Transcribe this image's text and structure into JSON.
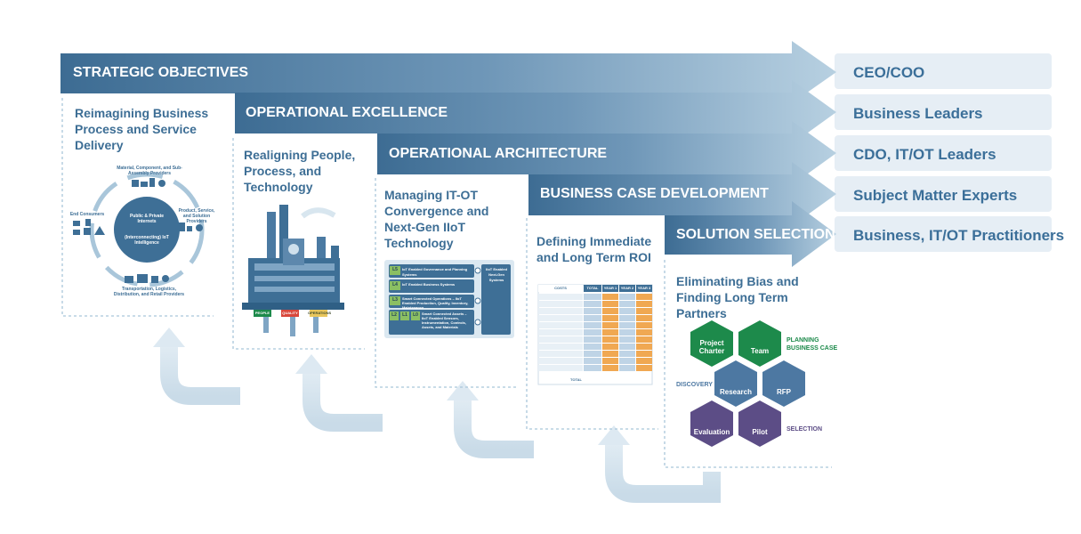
{
  "stages": [
    {
      "bar": "STRATEGIC OBJECTIVES",
      "role": "CEO/COO",
      "heading": "Reimagining Business Process and Service Delivery"
    },
    {
      "bar": "OPERATIONAL EXCELLENCE",
      "role": "Business Leaders",
      "heading": "Realigning People, Process, and Technology"
    },
    {
      "bar": "OPERATIONAL ARCHITECTURE",
      "role": "CDO, IT/OT Leaders",
      "heading": "Managing IT-OT Convergence and Next-Gen IIoT Technology"
    },
    {
      "bar": "BUSINESS CASE DEVELOPMENT",
      "role": "Subject Matter Experts",
      "heading": "Defining Immediate and Long Term ROI"
    },
    {
      "bar": "SOLUTION SELECTION",
      "role": "Business, IT/OT Practitioners",
      "heading": "Eliminating Bias and Finding Long Term Partners"
    }
  ],
  "ecosystem": {
    "center": "Public & Private Internets",
    "center_sub": "(Interconnecting) IoT Intelligence",
    "top": "Material, Component, and Sub-Assembly Providers",
    "right": "Product, Service, and Solution Providers",
    "bottom": "Transportation, Logistics, Distribution, and Retail Providers",
    "left": "End Consumers"
  },
  "factory": {
    "signs": [
      "PEOPLE",
      "QUALITY",
      "OPERATIONS"
    ]
  },
  "architecture": {
    "levels": [
      {
        "codes": [
          "L5"
        ],
        "text": "IoT Enabled Governance and Planning Systems"
      },
      {
        "codes": [
          "L4"
        ],
        "text": "IoT Enabled Business Systems"
      },
      {
        "codes": [
          "L3"
        ],
        "text": "Smart Connected Operations – IIoT Enabled Production, Quality, Inventory, Maintenance"
      },
      {
        "codes": [
          "L2",
          "L1",
          "L0"
        ],
        "text": "Smart Connected Assets – IIoT Enabled Sensors, Instrumentation, Controls, Assets, and Materials"
      }
    ],
    "side": "IIoT Enabled Next-Gen Systems"
  },
  "roi": {
    "headers": [
      "COSTS",
      "TOTAL",
      "YEAR 1",
      "YEAR 2",
      "YEAR 3"
    ],
    "rows": 11,
    "total_label": "TOTAL"
  },
  "selection": {
    "hexes": [
      "Project Charter",
      "Team",
      "Research",
      "RFP",
      "Evaluation",
      "Pilot"
    ],
    "phases": [
      "PLANNING BUSINESS CASE",
      "DISCOVERY",
      "SELECTION"
    ]
  },
  "colors": {
    "bar_start": "#3f6f95",
    "bar_end": "#a9c6da",
    "role_panel": "#e6eef5",
    "role_text": "#3b6f99",
    "heading": "#3d6e95",
    "hex_green": "#1d8a4b",
    "hex_blue": "#4d78a2",
    "hex_purple": "#5c4d86",
    "table_orange": "#f0a852",
    "table_blue": "#bfd4e6"
  }
}
